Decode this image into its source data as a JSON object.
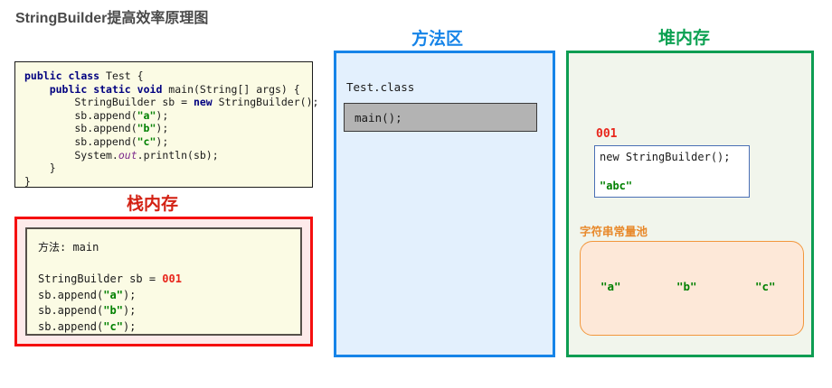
{
  "page": {
    "title": "StringBuilder提高效率原理图"
  },
  "source_code": {
    "lines": [
      [
        {
          "t": "public",
          "c": "kw"
        },
        {
          "t": " ",
          "c": ""
        },
        {
          "t": "class",
          "c": "kw"
        },
        {
          "t": " Test {",
          "c": ""
        }
      ],
      [
        {
          "t": "    ",
          "c": ""
        },
        {
          "t": "public",
          "c": "kw"
        },
        {
          "t": " ",
          "c": ""
        },
        {
          "t": "static",
          "c": "kw"
        },
        {
          "t": " ",
          "c": ""
        },
        {
          "t": "void",
          "c": "kw"
        },
        {
          "t": " main(String[] args) {",
          "c": ""
        }
      ],
      [
        {
          "t": "        StringBuilder sb = ",
          "c": ""
        },
        {
          "t": "new",
          "c": "kw"
        },
        {
          "t": " StringBuilder();",
          "c": ""
        }
      ],
      [
        {
          "t": "        sb.append(",
          "c": ""
        },
        {
          "t": "\"a\"",
          "c": "str"
        },
        {
          "t": ");",
          "c": ""
        }
      ],
      [
        {
          "t": "        sb.append(",
          "c": ""
        },
        {
          "t": "\"b\"",
          "c": "str"
        },
        {
          "t": ");",
          "c": ""
        }
      ],
      [
        {
          "t": "        sb.append(",
          "c": ""
        },
        {
          "t": "\"c\"",
          "c": "str"
        },
        {
          "t": ");",
          "c": ""
        }
      ],
      [
        {
          "t": "        System.",
          "c": ""
        },
        {
          "t": "out",
          "c": "fld"
        },
        {
          "t": ".println(sb);",
          "c": ""
        }
      ],
      [
        {
          "t": "    }",
          "c": ""
        }
      ],
      [
        {
          "t": "}",
          "c": ""
        }
      ]
    ]
  },
  "stack": {
    "caption": "栈内存",
    "border_color": "#f50f0f",
    "frame_lines": [
      [
        {
          "t": "方法: main",
          "c": ""
        }
      ],
      [
        {
          "t": "",
          "c": ""
        }
      ],
      [
        {
          "t": "StringBuilder sb = ",
          "c": ""
        },
        {
          "t": "001",
          "c": "ref"
        }
      ],
      [
        {
          "t": "sb.append(",
          "c": ""
        },
        {
          "t": "\"a\"",
          "c": "str"
        },
        {
          "t": ");",
          "c": ""
        }
      ],
      [
        {
          "t": "sb.append(",
          "c": ""
        },
        {
          "t": "\"b\"",
          "c": "str"
        },
        {
          "t": ");",
          "c": ""
        }
      ],
      [
        {
          "t": "sb.append(",
          "c": ""
        },
        {
          "t": "\"c\"",
          "c": "str"
        },
        {
          "t": ");",
          "c": ""
        }
      ]
    ]
  },
  "method_area": {
    "caption": "方法区",
    "border_color": "#1684e8",
    "class_label": "Test.class",
    "entry_label": "main();"
  },
  "heap": {
    "caption": "堆内存",
    "border_color": "#0e9d52",
    "object_id": "001",
    "object_lines": [
      [
        {
          "t": "new StringBuilder();",
          "c": ""
        }
      ],
      [
        {
          "t": "",
          "c": ""
        }
      ],
      [
        {
          "t": "\"abc\"",
          "c": "str"
        }
      ]
    ],
    "pool_label": "字符串常量池",
    "pool_items": [
      "\"a\"",
      "\"b\"",
      "\"c\""
    ]
  }
}
